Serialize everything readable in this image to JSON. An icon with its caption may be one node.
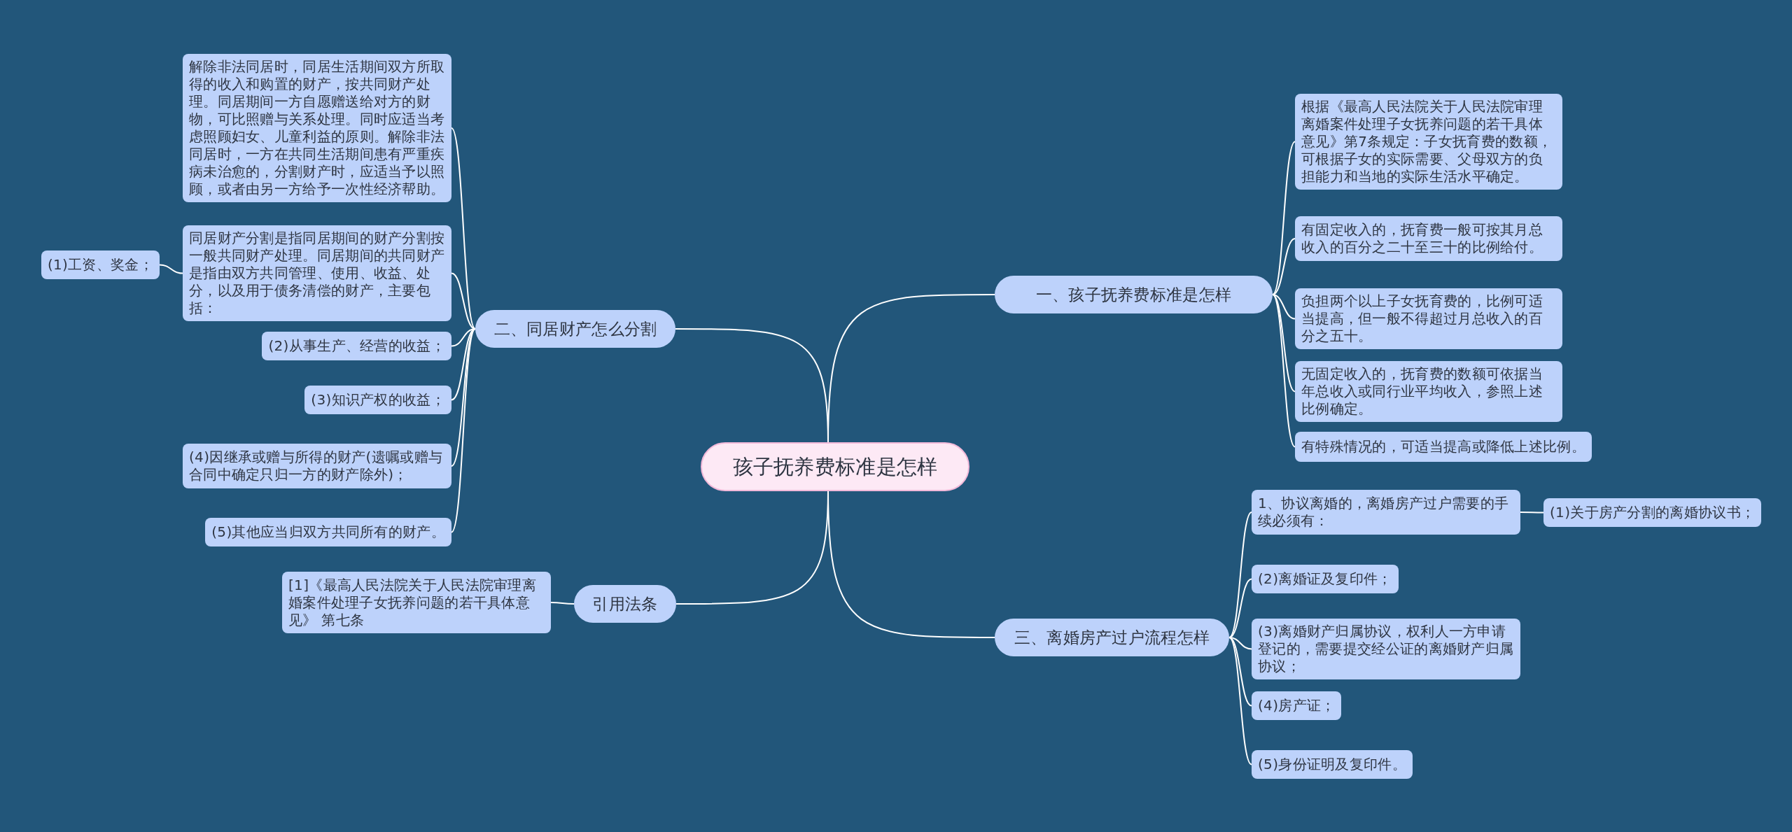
{
  "diagram": {
    "nodes": [
      {
        "text": [
          "孩子抚养费标准是怎样"
        ]
      },
      {
        "text": [
          "一、孩子抚养费标准是怎样"
        ]
      },
      {
        "text": [
          "根据《最高人民法院关于人民法院审理离婚案件处理子女抚养问题的若干具体意见》第7条规定：子女抚育费的数额，可根据子女的实际需要、父母双方的负担能力和当地的实际生活水平确定。"
        ]
      },
      {
        "text": [
          "有固定收入的，抚育费一般可按其月总收入的百分之二十至三十的比例给付。"
        ]
      },
      {
        "text": [
          "负担两个以上子女抚育费的，比例可适当提高，但一般不得超过月总收入的百分之五十。"
        ]
      },
      {
        "text": [
          "无固定收入的，抚育费的数额可依据当年总收入或同行业平均收入，参照上述比例确定。"
        ]
      },
      {
        "text": [
          "有特殊情况的，可适当提高或降低上述比例。"
        ]
      },
      {
        "text": [
          "二、同居财产怎么分割"
        ]
      },
      {
        "text": [
          "解除非法同居时，同居生活期间双方所取得的收入和购置的财产，按共同财产处理。同居期间一方自愿赠送给对方的财物，可比照赠与关系处理。同时应适当考虑照顾妇女、儿童利益的原则。解除非法同居时，一方在共同生活期间患有严重疾病未治愈的，分割财产时，应适当予以照顾，或者由另一方给予一次性经济帮助。"
        ]
      },
      {
        "text": [
          "同居财产分割是指同居期间的财产分割按一般共同财产处理。同居期间的共同财产是指由双方共同管理、使用、收益、处分，以及用于债务清偿的财产，主要包括："
        ]
      },
      {
        "text": [
          "(1)工资、奖金；"
        ]
      },
      {
        "text": [
          "(2)从事生产、经营的收益；"
        ]
      },
      {
        "text": [
          "(3)知识产权的收益；"
        ]
      },
      {
        "text": [
          "(4)因继承或赠与所得的财产(遗嘱或赠与合同中确定只归一方的财产除外)；"
        ]
      },
      {
        "text": [
          "(5)其他应当归双方共同所有的财产。"
        ]
      },
      {
        "text": [
          "引用法条"
        ]
      },
      {
        "text": [
          "[1]《最高人民法院关于人民法院审理离婚案件处理子女抚养问题的若干具体意见》 第七条"
        ]
      },
      {
        "text": [
          "三、离婚房产过户流程怎样"
        ]
      },
      {
        "text": [
          "1、协议离婚的，离婚房产过户需要的手续必须有："
        ]
      },
      {
        "text": [
          "(1)关于房产分割的离婚协议书；"
        ]
      },
      {
        "text": [
          "(2)离婚证及复印件；"
        ]
      },
      {
        "text": [
          "(3)离婚财产归属协议，权利人一方申请登记的，需要提交经公证的离婚财产归属协议；"
        ]
      },
      {
        "text": [
          "(4)房产证；"
        ]
      },
      {
        "text": [
          "(5)身份证明及复印件。"
        ]
      }
    ],
    "edges": [
      {
        "from": 0,
        "to": 1,
        "arrow": "none"
      },
      {
        "from": 1,
        "to": 2,
        "arrow": "none"
      },
      {
        "from": 1,
        "to": 3,
        "arrow": "none"
      },
      {
        "from": 1,
        "to": 4,
        "arrow": "none"
      },
      {
        "from": 1,
        "to": 5,
        "arrow": "none"
      },
      {
        "from": 1,
        "to": 6,
        "arrow": "none"
      },
      {
        "from": 0,
        "to": 7,
        "arrow": "none"
      },
      {
        "from": 7,
        "to": 8,
        "arrow": "none"
      },
      {
        "from": 7,
        "to": 9,
        "arrow": "none"
      },
      {
        "from": 9,
        "to": 10,
        "arrow": "none"
      },
      {
        "from": 7,
        "to": 11,
        "arrow": "none"
      },
      {
        "from": 7,
        "to": 12,
        "arrow": "none"
      },
      {
        "from": 7,
        "to": 13,
        "arrow": "none"
      },
      {
        "from": 7,
        "to": 14,
        "arrow": "none"
      },
      {
        "from": 0,
        "to": 15,
        "arrow": "none"
      },
      {
        "from": 15,
        "to": 16,
        "arrow": "none"
      },
      {
        "from": 0,
        "to": 17,
        "arrow": "none"
      },
      {
        "from": 17,
        "to": 18,
        "arrow": "none"
      },
      {
        "from": 18,
        "to": 19,
        "arrow": "none"
      },
      {
        "from": 17,
        "to": 20,
        "arrow": "none"
      },
      {
        "from": 17,
        "to": 21,
        "arrow": "none"
      },
      {
        "from": 17,
        "to": 22,
        "arrow": "none"
      },
      {
        "from": 17,
        "to": 23,
        "arrow": "none"
      }
    ]
  }
}
